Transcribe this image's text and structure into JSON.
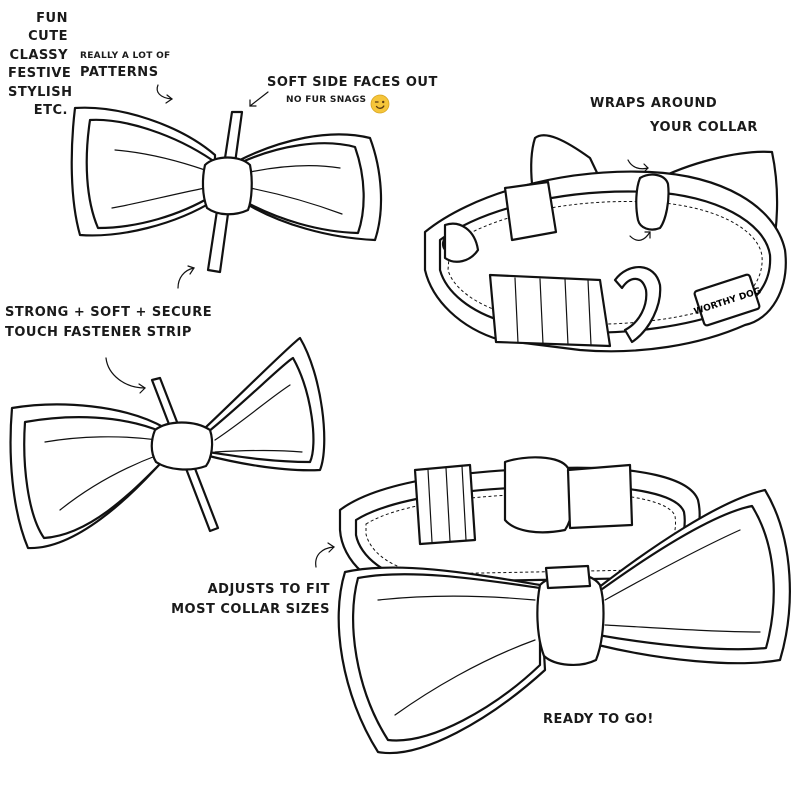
{
  "qualities": [
    "FUN",
    "CUTE",
    "CLASSY",
    "FESTIVE",
    "STYLISH",
    "ETC."
  ],
  "patterns_note": {
    "line1": "REALLY A LOT OF",
    "line2": "PATTERNS"
  },
  "soft_side": {
    "title": "SOFT SIDE FACES OUT",
    "subtitle": "NO FUR SNAGS"
  },
  "wraps": {
    "line1": "WRAPS AROUND",
    "line2": "YOUR COLLAR"
  },
  "fastener": {
    "line1": "STRONG + SOFT + SECURE",
    "line2": "TOUCH FASTENER STRIP"
  },
  "adjusts": {
    "line1": "ADJUSTS TO FIT",
    "line2": "MOST COLLAR SIZES"
  },
  "ready": "READY TO GO!",
  "collar_tag": "WORTHY DOG",
  "icons": [
    "wink-emoji-icon",
    "arrow-icon"
  ],
  "colors": {
    "ink": "#1a1a1a",
    "paper": "#ffffff",
    "emoji": "#f5c53a"
  }
}
